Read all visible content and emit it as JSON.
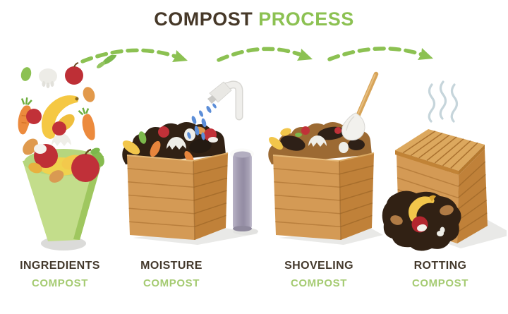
{
  "title": {
    "text_dark": "COMPOST",
    "text_green": "PROCESS"
  },
  "stages": [
    {
      "name": "INGREDIENTS",
      "sub": "COMPOST",
      "illustration": "green-funnel-with-fresh-fruit-vegetable-scraps"
    },
    {
      "name": "MOISTURE",
      "sub": "COMPOST",
      "illustration": "wooden-compost-bin-watered-by-faucet-with-pipe"
    },
    {
      "name": "SHOVELING",
      "sub": "COMPOST",
      "illustration": "wooden-compost-bin-with-shovel"
    },
    {
      "name": "ROTTING",
      "sub": "COMPOST",
      "illustration": "closed-steaming-bin-with-finished-compost"
    }
  ],
  "icons": {
    "flow_arrow": "dashed-curved-arrow",
    "flow_arrow_count": 3
  },
  "palette": {
    "background": "#FFFFFF",
    "title_dark": "#463828",
    "label_dark": "#44392C",
    "accent_green": "#8CC152",
    "sublabel_green": "#A5CB72",
    "wood_light": "#D49A55",
    "wood_dark": "#C08139",
    "compost_dark": "#312114",
    "water_blue": "#5C8ED8",
    "steam_gray": "#C6D5DB"
  }
}
